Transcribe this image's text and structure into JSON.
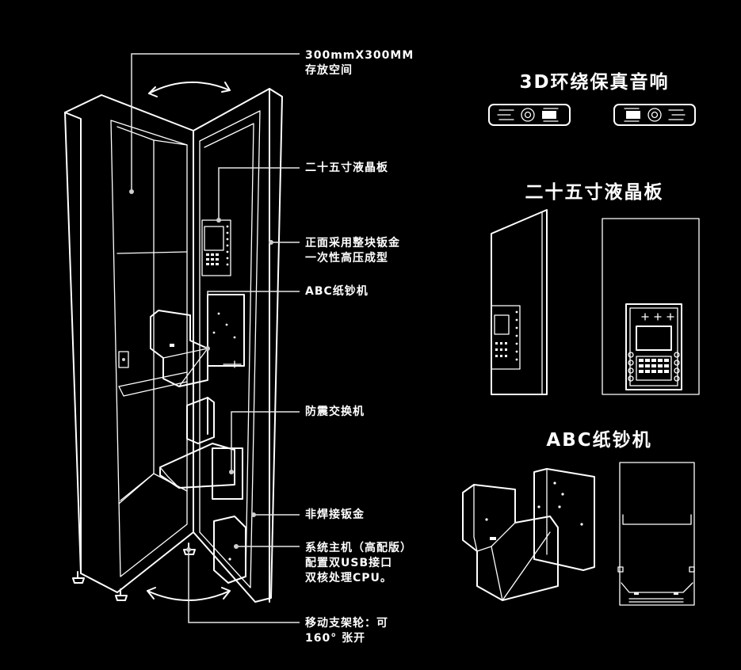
{
  "callouts": {
    "space": {
      "line1": "300mmX300MM",
      "line2": "存放空间"
    },
    "lcd": {
      "line1": "二十五寸液晶板"
    },
    "front_panel": {
      "line1": "正面采用整块钣金",
      "line2": "一次性高压成型"
    },
    "bill_acceptor": {
      "line1": "ABC纸钞机"
    },
    "switch": {
      "line1": "防震交换机"
    },
    "sheet_metal": {
      "line1": "非焊接钣金"
    },
    "host": {
      "line1": "系统主机（高配版）",
      "line2": "配置双USB接口",
      "line3": "双核处理CPU。"
    },
    "wheels": {
      "line1": "移动支架轮：可",
      "line2": "160°  张开"
    }
  },
  "detail_headings": {
    "audio": "3D环绕保真音响",
    "lcd": "二十五寸液晶板",
    "bill_acceptor": "ABC纸钞机"
  },
  "colors": {
    "background": "#000000",
    "line_art": "#ffffff",
    "text": "#ffffff"
  }
}
